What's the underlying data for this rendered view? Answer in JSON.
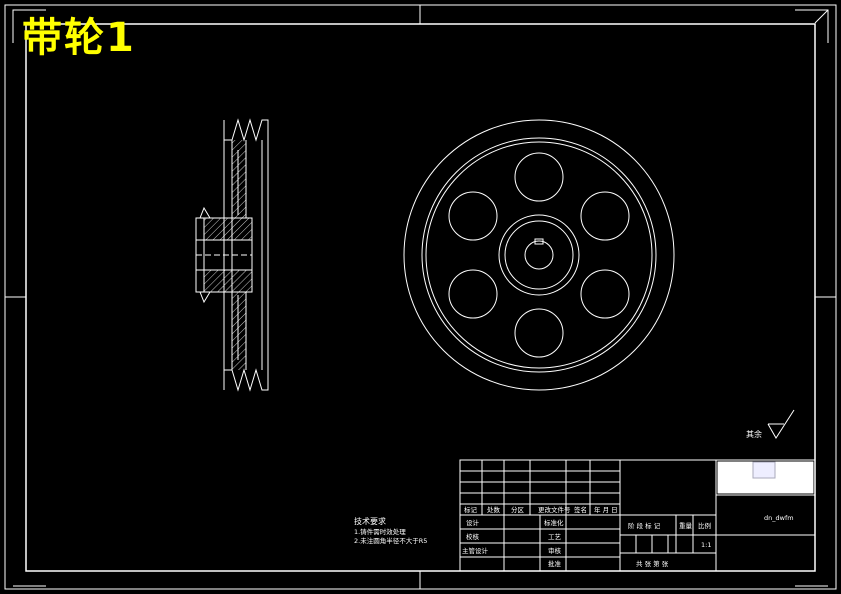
{
  "drawing_title": "带轮1",
  "surface_note": "其余",
  "tech_requirements": [
    "技术要求",
    "1.铸件需时效处理",
    "2.未注圆角半径不大于R5"
  ],
  "title_block": {
    "header_row": [
      "标记",
      "处数",
      "分区",
      "更改文件号",
      "签名",
      "年 月 日"
    ],
    "left_rows": [
      "设计",
      "校核",
      "主管设计"
    ],
    "mid_rows": [
      "标准化",
      "工艺",
      "审核",
      "批准"
    ],
    "stage_header": "阶 段 标 记",
    "weight": "重量",
    "scale": "比例",
    "scale_value": "1:1",
    "sheets": "共   张   第   张",
    "drawing_no": "dn_dwfm"
  },
  "colors": {
    "background": "#000000",
    "lines": "#ffffff",
    "title": "#ffff00"
  }
}
